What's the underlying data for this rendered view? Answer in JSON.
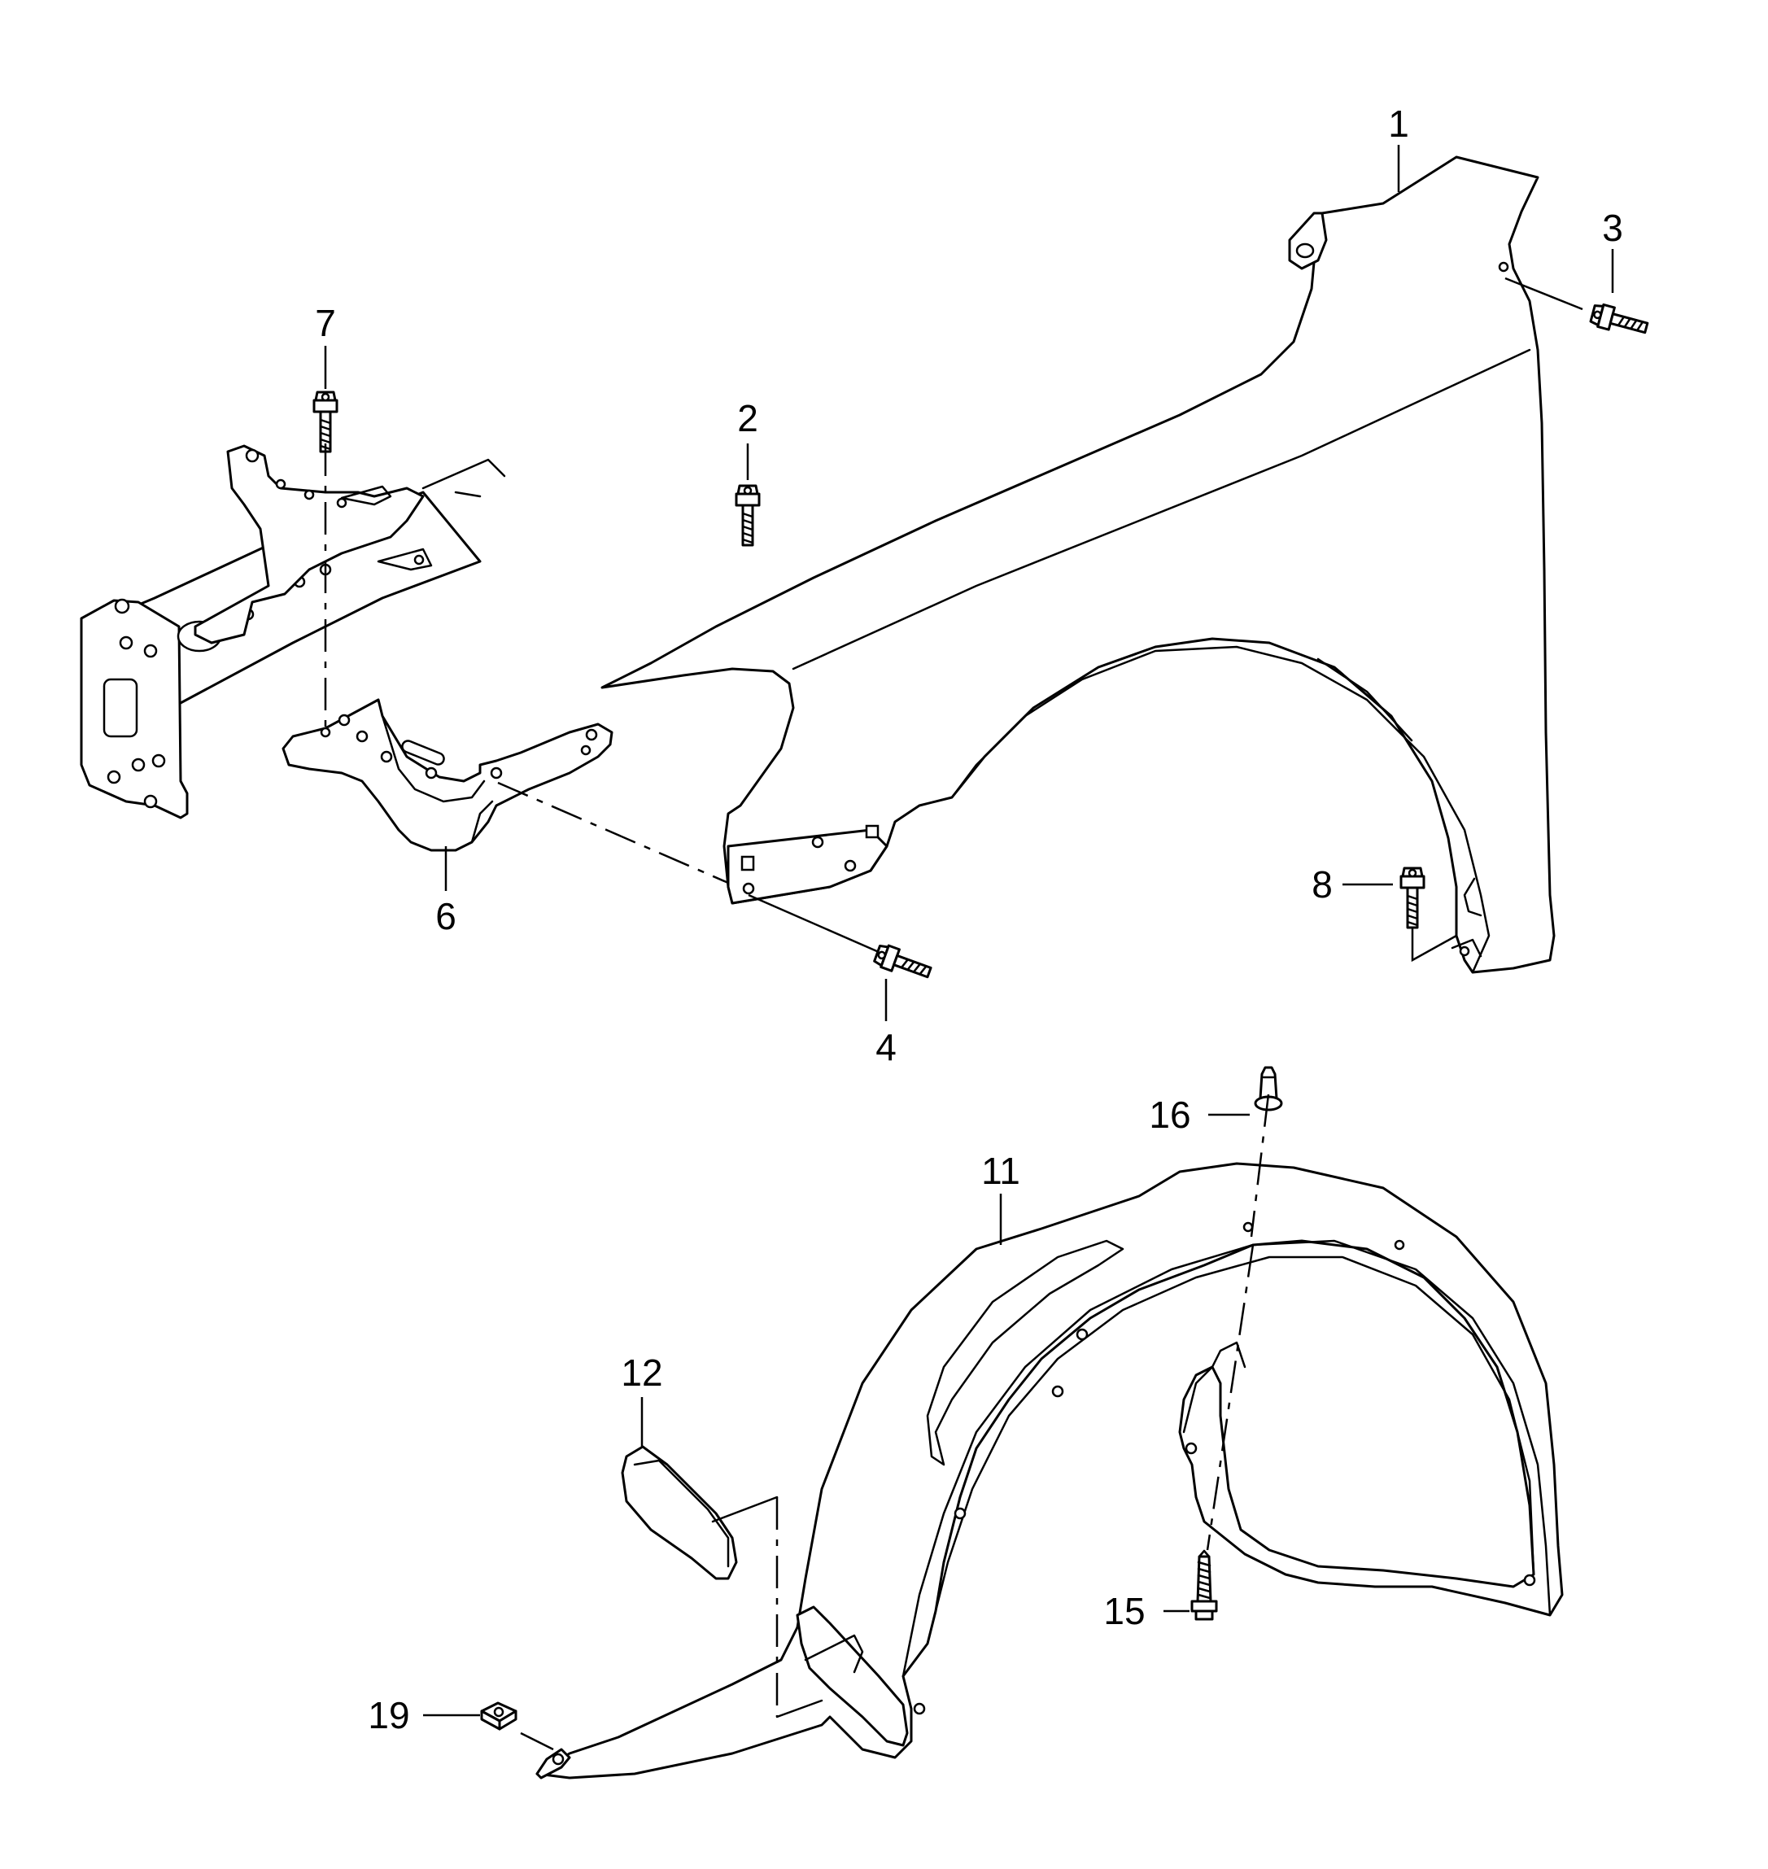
{
  "callouts": {
    "c1": "1",
    "c2": "2",
    "c3": "3",
    "c4": "4",
    "c6": "6",
    "c7": "7",
    "c8": "8",
    "c11": "11",
    "c12": "12",
    "c15": "15",
    "c16": "16",
    "c19": "19"
  },
  "icons": {
    "fender": "fender-panel-icon",
    "bracket": "mounting-bracket-icon",
    "frame": "front-frame-rail-icon",
    "liner": "wheel-arch-liner-icon",
    "pad": "foam-pad-icon",
    "bolt": "bolt-icon",
    "screw": "tapping-screw-icon",
    "rivet": "expanding-rivet-icon",
    "nut": "speed-nut-icon"
  },
  "colors": {
    "line": "#000000",
    "background": "#ffffff"
  }
}
